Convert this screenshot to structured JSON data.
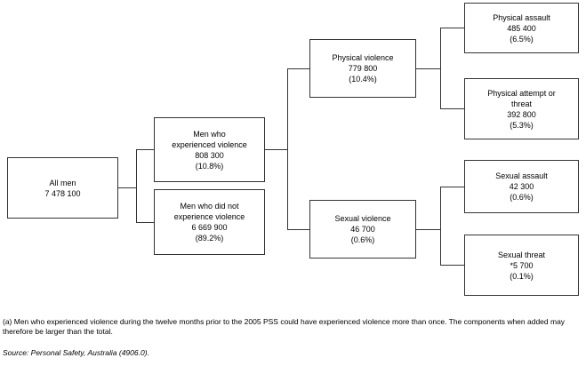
{
  "diagram": {
    "nodes": {
      "all_men": {
        "label": "All men",
        "value": "7 478 100",
        "pct": ""
      },
      "experienced": {
        "label": "Men who\nexperienced violence",
        "value": "808 300",
        "pct": "(10.8%)"
      },
      "not_experienced": {
        "label": "Men who did not\nexperience violence",
        "value": "6 669 900",
        "pct": "(89.2%)"
      },
      "physical_violence": {
        "label": "Physical violence",
        "value": "779 800",
        "pct": "(10.4%)"
      },
      "sexual_violence": {
        "label": "Sexual violence",
        "value": "46 700",
        "pct": "(0.6%)"
      },
      "physical_assault": {
        "label": "Physical assault",
        "value": "485 400",
        "pct": "(6.5%)"
      },
      "physical_attempt": {
        "label": "Physical attempt or\nthreat",
        "value": "392 800",
        "pct": "(5.3%)"
      },
      "sexual_assault": {
        "label": "Sexual assault",
        "value": "42 300",
        "pct": "(0.6%)"
      },
      "sexual_threat": {
        "label": "Sexual threat",
        "value": "*5 700",
        "pct": "(0.1%)"
      }
    },
    "footnote": "(a) Men who experienced violence during the twelve months prior to the 2005 PSS could have experienced violence more than once. The components when added may therefore be larger than the total.",
    "source": "Source: Personal Safety, Australia (4906.0)."
  }
}
